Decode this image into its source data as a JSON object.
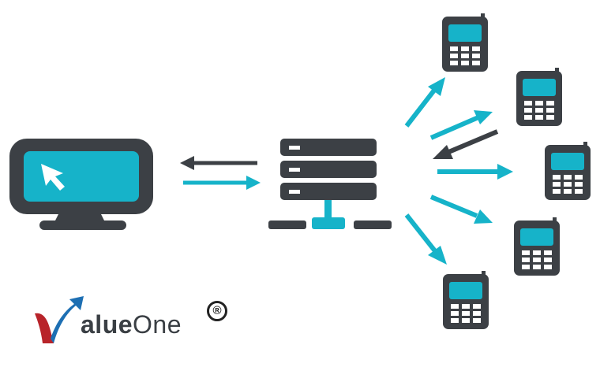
{
  "logo": {
    "brand_part_1": "alue",
    "brand_part_2": "One",
    "registered_mark": "®"
  },
  "colors": {
    "accent": "#16b3c9",
    "dark": "#3c4045",
    "logo_red": "#b8242a",
    "logo_blue": "#1d6fb3"
  },
  "icons": {
    "computer": "desktop-monitor-icon",
    "cursor": "mouse-pointer-icon",
    "server": "server-rack-icon",
    "phone": "mobile-phone-icon"
  },
  "phones": [
    {
      "id": "phone-1"
    },
    {
      "id": "phone-2"
    },
    {
      "id": "phone-3"
    },
    {
      "id": "phone-4"
    },
    {
      "id": "phone-5"
    }
  ]
}
